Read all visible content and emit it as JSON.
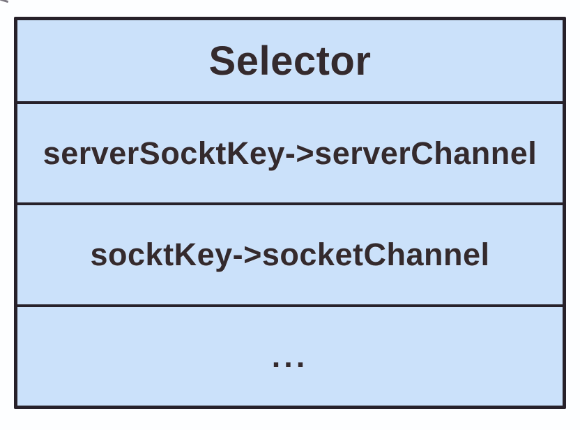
{
  "diagram": {
    "title": "Selector",
    "rows": [
      {
        "label": "serverSocktKey->serverChannel"
      },
      {
        "label": "socktKey->socketChannel"
      },
      {
        "label": "..."
      }
    ]
  },
  "colors": {
    "fill": "#cbe1fa",
    "border": "#27212a",
    "text": "#342a2d",
    "page_background": "#fdfeff"
  }
}
